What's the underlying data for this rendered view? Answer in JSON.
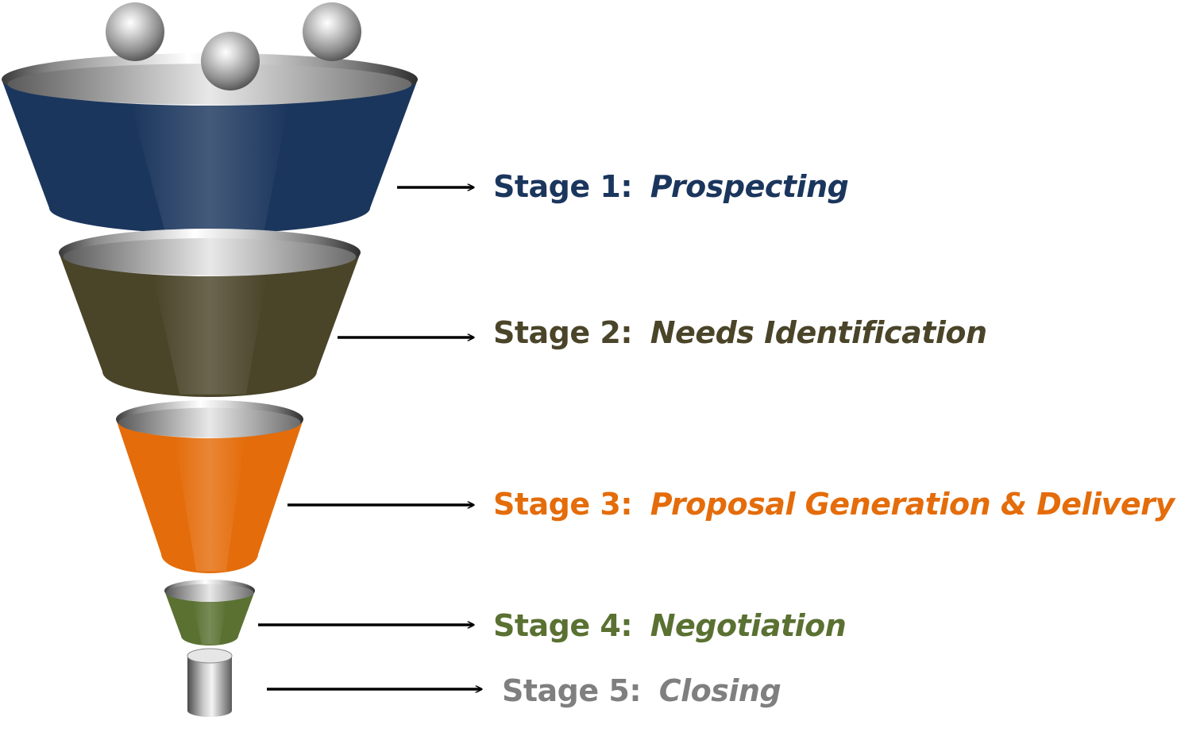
{
  "colors": {
    "stage1": "#1b365d",
    "stage2": "#4a4429",
    "stage3": "#e46c0a",
    "stage4": "#5a7132",
    "stage5": "#7f7f7f",
    "arrow": "#000000"
  },
  "stages": [
    {
      "prefix": "Stage 1:",
      "name": "Prospecting"
    },
    {
      "prefix": "Stage 2:",
      "name": "Needs Identification"
    },
    {
      "prefix": "Stage 3:",
      "name": "Proposal Generation & Delivery"
    },
    {
      "prefix": "Stage 4:",
      "name": "Negotiation"
    },
    {
      "prefix": "Stage 5:",
      "name": "Closing"
    }
  ]
}
